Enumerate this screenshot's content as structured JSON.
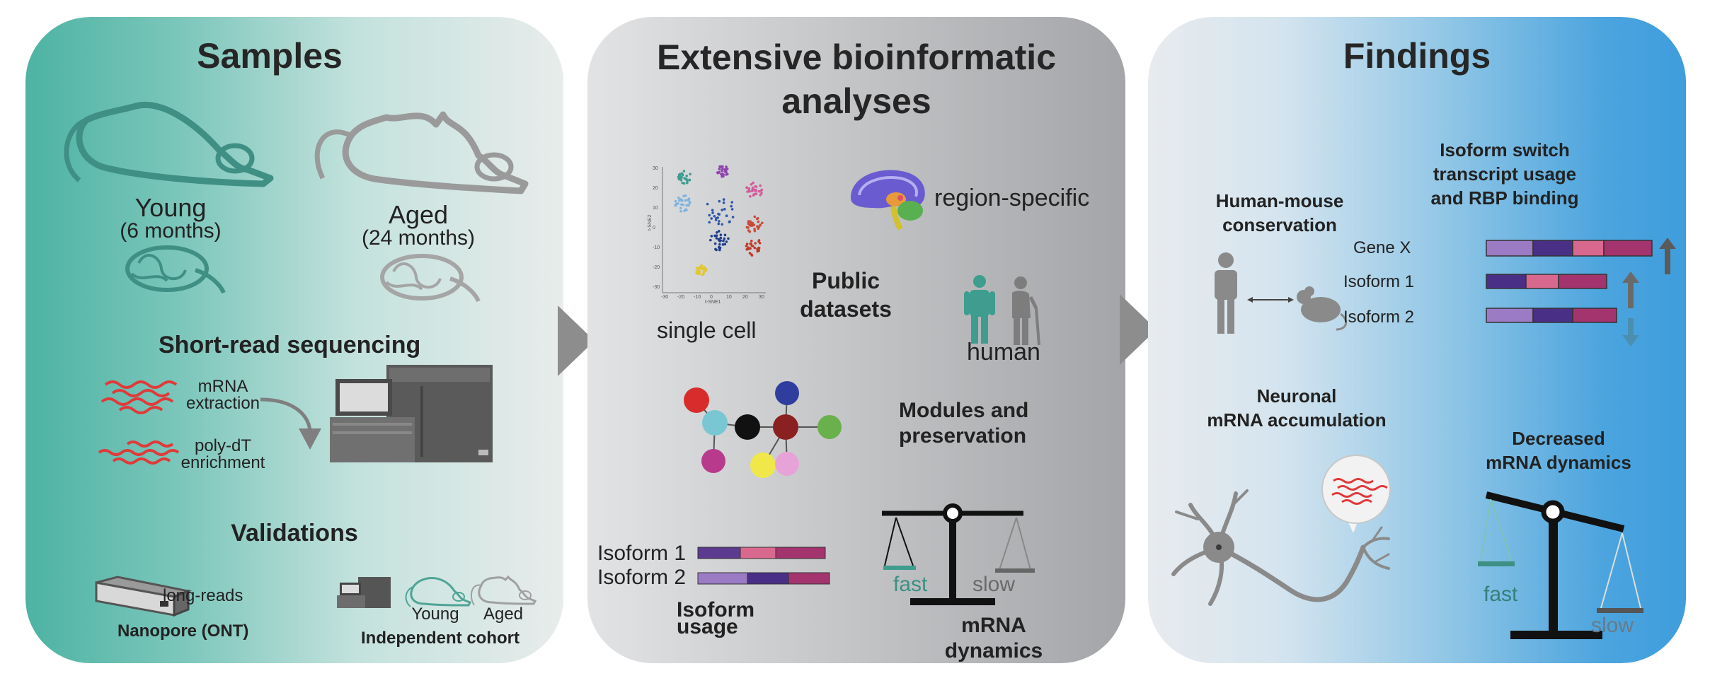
{
  "panels": {
    "samples": {
      "title": "Samples",
      "young": "Young",
      "young_age": "(6 months)",
      "aged": "Aged",
      "aged_age": "(24 months)",
      "seq_title": "Short-read sequencing",
      "mrna": "mRNA",
      "extraction": "extraction",
      "polydt": "poly-dT",
      "enrichment": "enrichment",
      "validations": "Validations",
      "long_reads": "long-reads",
      "nanopore": "Nanopore (ONT)",
      "cohort_young": "Young",
      "cohort_aged": "Aged",
      "cohort": "Independent cohort"
    },
    "analyses": {
      "title_line1": "Extensive bioinformatic",
      "title_line2": "analyses",
      "tsne_y": "t-SNE2",
      "tsne_x": "t-SNE1",
      "tsne_yticks": [
        "30",
        "20",
        "10",
        "0",
        "-10",
        "-20",
        "-30"
      ],
      "tsne_xticks": [
        "-30",
        "-20",
        "-10",
        "0",
        "10",
        "20",
        "30"
      ],
      "single_cell": "single cell",
      "region_specific": "region-specific",
      "public_line1": "Public",
      "public_line2": "datasets",
      "human": "human",
      "modules_line1": "Modules and",
      "modules_line2": "preservation",
      "isoform1": "Isoform 1",
      "isoform2": "Isoform 2",
      "isoform_usage_line1": "Isoform",
      "isoform_usage_line2": "usage",
      "fast": "fast",
      "slow": "slow",
      "mrna_dyn_line1": "mRNA",
      "mrna_dyn_line2": "dynamics"
    },
    "findings": {
      "title": "Findings",
      "conservation_line1": "Human-mouse",
      "conservation_line2": "conservation",
      "switch_line1": "Isoform switch",
      "switch_line2": "transcript usage",
      "switch_line3": "and RBP binding",
      "gene_x": "Gene X",
      "isoform1": "Isoform 1",
      "isoform2": "Isoform 2",
      "neuronal_line1": "Neuronal",
      "neuronal_line2": "mRNA accumulation",
      "decreased_line1": "Decreased",
      "decreased_line2": "mRNA dynamics",
      "fast": "fast",
      "slow": "slow"
    }
  },
  "colors": {
    "teal": "#4cb3a3",
    "grey": "#8d8d8d",
    "blue": "#3f9ddc",
    "red_reads": "#e03a3a",
    "isoform_purple": "#6a3d96",
    "isoform_pink": "#d9688f",
    "isoform_magenta": "#a3346e",
    "isoform_lavender": "#9b7bc4"
  },
  "icons": [
    "mouse-young-icon",
    "mouse-aged-icon",
    "brain-icon",
    "sequencer-icon",
    "nanopore-device-icon",
    "tsne-plot-icon",
    "sagittal-brain-icon",
    "person-young-icon",
    "person-elderly-icon",
    "network-icon",
    "balance-scale-icon",
    "mouse-icon",
    "neuron-icon",
    "up-arrow-icon",
    "down-arrow-icon",
    "double-arrow-icon"
  ]
}
